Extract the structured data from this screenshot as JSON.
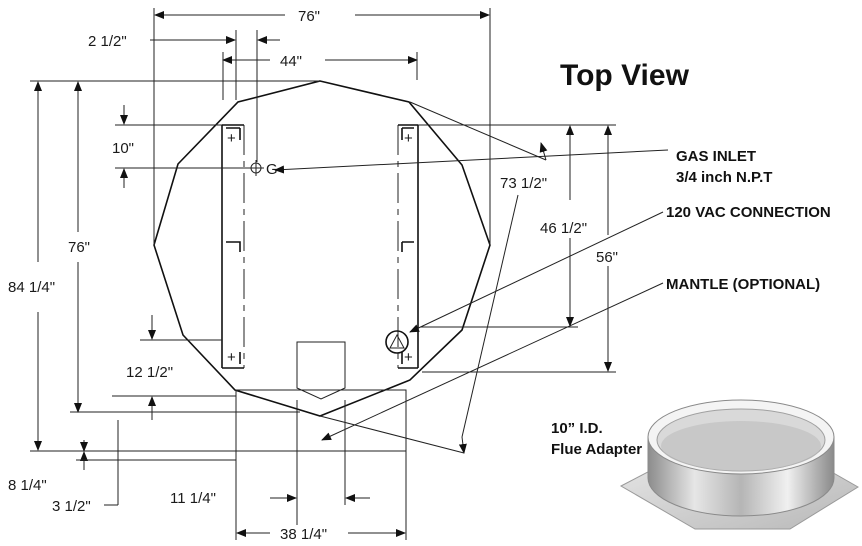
{
  "title": "Top View",
  "callouts": {
    "gas_inlet_line1": "GAS INLET",
    "gas_inlet_line2": "3/4 inch N.P.T",
    "vac": "120 VAC CONNECTION",
    "mantle": "MANTLE (OPTIONAL)",
    "flue_line1": "10” I.D.",
    "flue_line2": "Flue Adapter"
  },
  "gas_symbol": "G",
  "dimensions": {
    "overall_width": "76\"",
    "offset_2_5": "2 1/2\"",
    "rail_span": "44\"",
    "offset_10": "10\"",
    "depth_76": "76\"",
    "depth_84": "84 1/4\"",
    "offset_12_5": "12 1/2\"",
    "offset_8_25": "8 1/4\"",
    "offset_3_5": "3 1/2\"",
    "diag_73_5": "73 1/2\"",
    "rail_46_5": "46 1/2\"",
    "rail_56": "56\"",
    "box_11_25": "11 1/4\"",
    "box_38_25": "38 1/4\""
  },
  "colors": {
    "line": "#222222",
    "text": "#1a1a1a",
    "flue_metal": "#c9c9c9"
  }
}
